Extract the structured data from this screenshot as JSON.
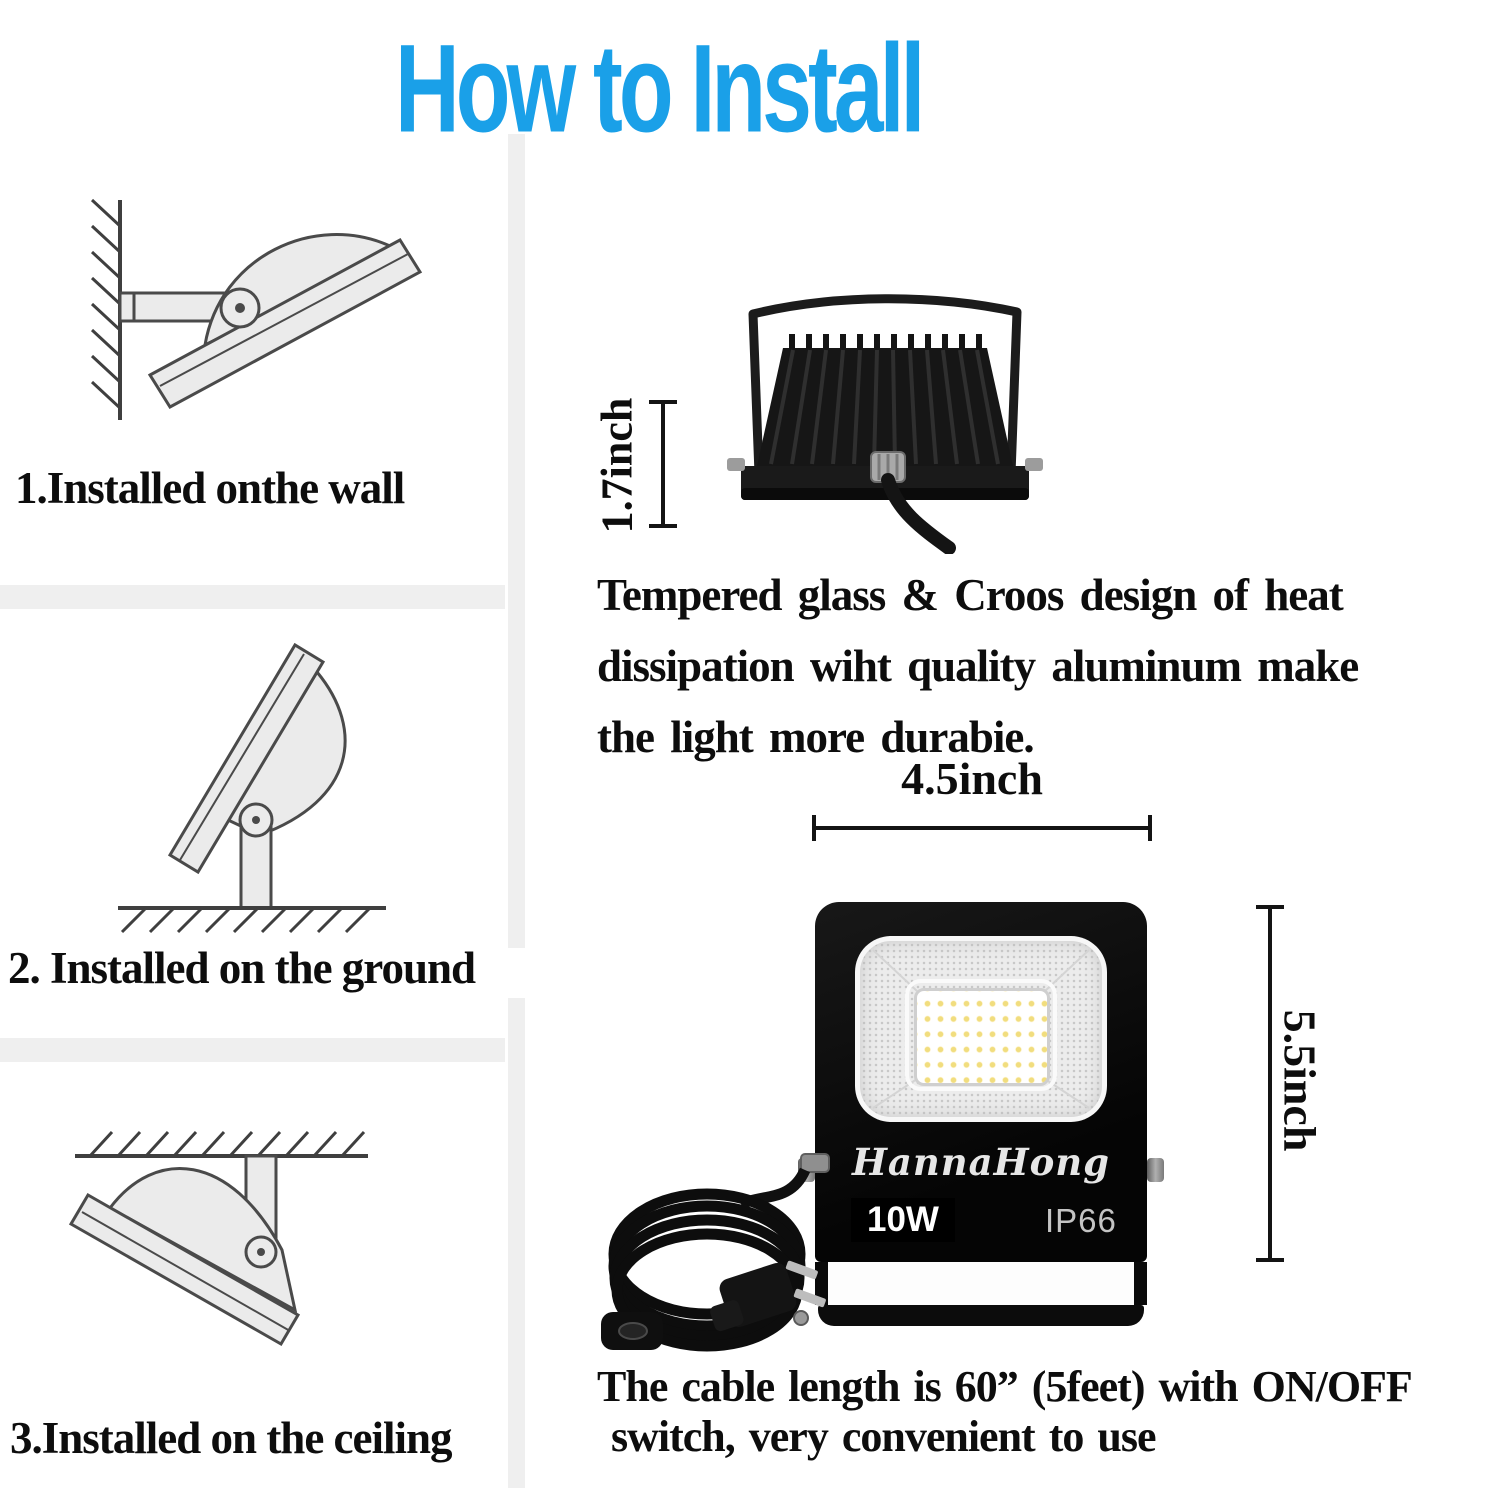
{
  "title": "How to Install",
  "colors": {
    "accent": "#1aa0e8",
    "text": "#0d0d0d",
    "separator": "#efefef"
  },
  "install_steps": [
    {
      "label": "1.Installed onthe wall"
    },
    {
      "label": "2. Installed on the ground"
    },
    {
      "label": "3.Installed on the ceiling"
    }
  ],
  "back_view": {
    "height_dimension": "1.7inch",
    "description_lines": [
      "Tempered glass & Croos design of heat",
      "dissipation wiht quality aluminum make",
      "the light more durabie."
    ]
  },
  "front_view": {
    "width_dimension": "4.5inch",
    "height_dimension": "5.5inch",
    "brand": "HannaHong",
    "wattage": "10W",
    "ip_rating": "IP66"
  },
  "cable_note_lines": [
    "The cable length is 60” (5feet) with ON/OFF",
    "switch, very convenient to use"
  ]
}
